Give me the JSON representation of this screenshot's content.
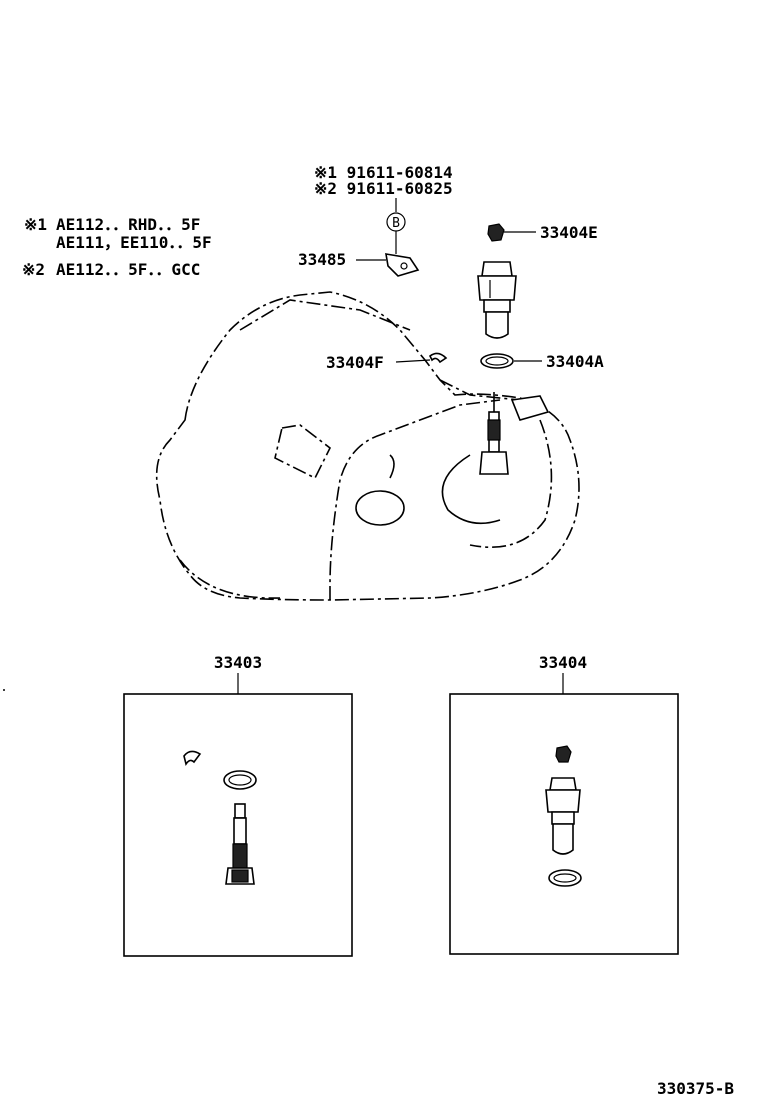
{
  "notes": {
    "n1_mark": "※1",
    "n1_line1": "AE112．．RHD．．5F",
    "n1_line2": "AE111，EE110．．5F",
    "n2_mark": "※2",
    "n2_line1": "AE112．．5F．．GCC"
  },
  "bolt_refs": {
    "ref1": "※1 91611-60814",
    "ref2": "※2 91611-60825",
    "circle_letter": "B"
  },
  "callouts": {
    "c33404E": "33404E",
    "c33485": "33485",
    "c33404F": "33404F",
    "c33404A": "33404A"
  },
  "kits": {
    "kit1_label": "33403",
    "kit2_label": "33404"
  },
  "footer": {
    "diagram_code": "330375-B"
  }
}
